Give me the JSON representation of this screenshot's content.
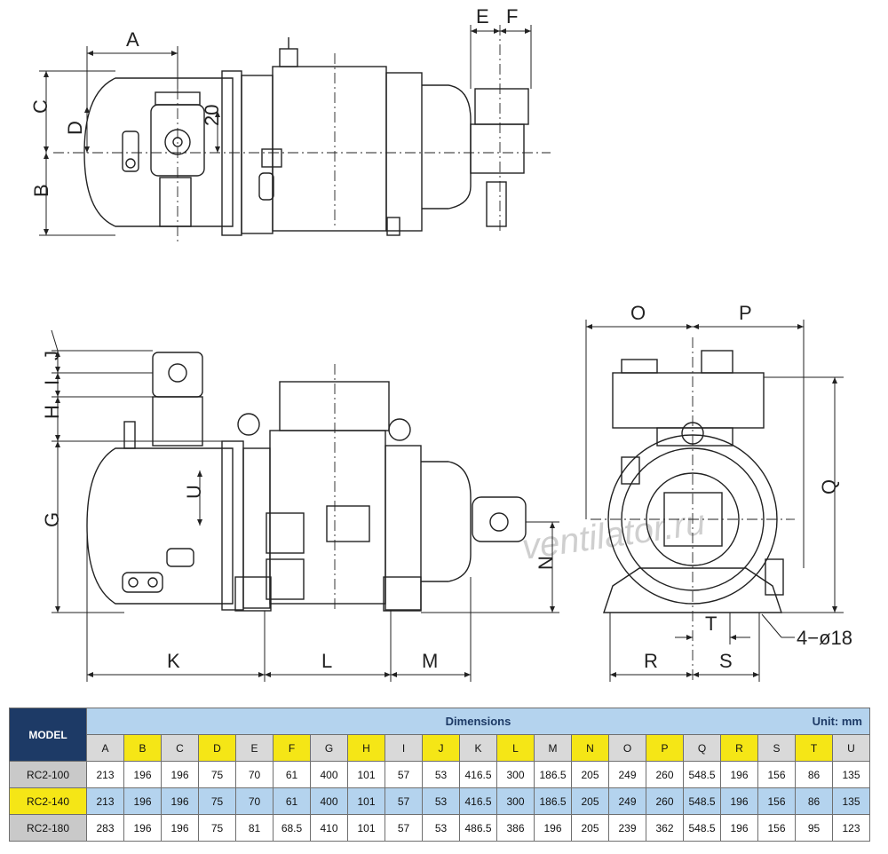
{
  "drawing": {
    "dimension_labels": [
      "A",
      "B",
      "C",
      "D",
      "E",
      "F",
      "G",
      "H",
      "I",
      "J",
      "K",
      "L",
      "M",
      "N",
      "O",
      "P",
      "Q",
      "R",
      "S",
      "T",
      "U"
    ],
    "label_20": "20",
    "hole_callout": "4−ø18",
    "watermark": "ventilator.ru"
  },
  "table": {
    "model_header": "MODEL",
    "dimensions_header": "Dimensions",
    "unit": "Unit: mm",
    "columns": [
      "A",
      "B",
      "C",
      "D",
      "E",
      "F",
      "G",
      "H",
      "I",
      "J",
      "K",
      "L",
      "M",
      "N",
      "O",
      "P",
      "Q",
      "R",
      "S",
      "T",
      "U"
    ],
    "highlight_columns": [
      "B",
      "D",
      "F",
      "H",
      "J",
      "L",
      "N",
      "P",
      "R",
      "T"
    ],
    "rows": [
      {
        "model": "RC2-100",
        "values": [
          "213",
          "196",
          "196",
          "75",
          "70",
          "61",
          "400",
          "101",
          "57",
          "53",
          "416.5",
          "300",
          "186.5",
          "205",
          "249",
          "260",
          "548.5",
          "196",
          "156",
          "86",
          "135"
        ]
      },
      {
        "model": "RC2-140",
        "values": [
          "213",
          "196",
          "196",
          "75",
          "70",
          "61",
          "400",
          "101",
          "57",
          "53",
          "416.5",
          "300",
          "186.5",
          "205",
          "249",
          "260",
          "548.5",
          "196",
          "156",
          "86",
          "135"
        ]
      },
      {
        "model": "RC2-180",
        "values": [
          "283",
          "196",
          "196",
          "75",
          "81",
          "68.5",
          "410",
          "101",
          "57",
          "53",
          "486.5",
          "386",
          "196",
          "205",
          "239",
          "362",
          "548.5",
          "196",
          "156",
          "95",
          "123"
        ]
      }
    ],
    "colors": {
      "header_navy": "#1d3a66",
      "header_blue": "#b4d3ee",
      "highlight_yellow": "#f5e616",
      "cell_grey": "#d9d9d9"
    }
  }
}
